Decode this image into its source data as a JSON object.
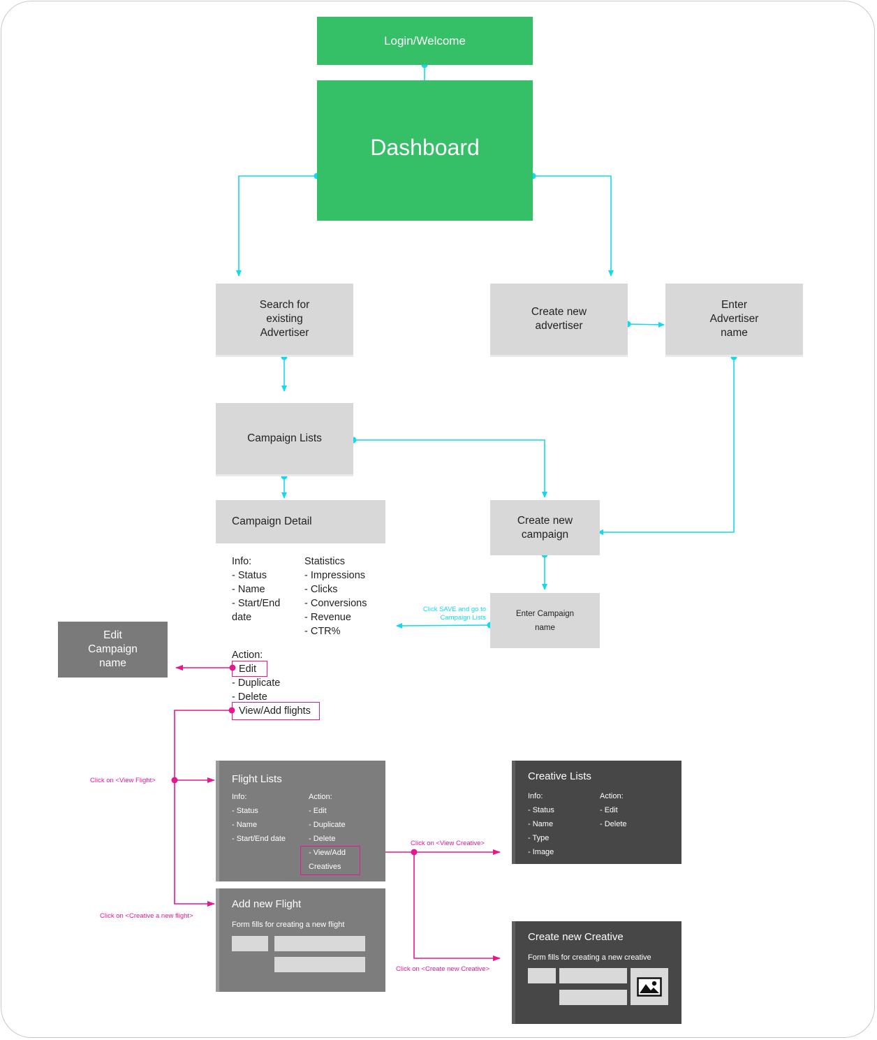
{
  "nodes": {
    "login": "Login/Welcome",
    "dashboard": "Dashboard",
    "search_advertiser": [
      "Search for",
      "existing",
      "Advertiser"
    ],
    "create_advertiser": [
      "Create new",
      "advertiser"
    ],
    "enter_advertiser": [
      "Enter",
      "Advertiser",
      "name"
    ],
    "campaign_lists": "Campaign Lists",
    "campaign_detail": "Campaign Detail",
    "create_campaign": [
      "Create new",
      "campaign"
    ],
    "enter_campaign": [
      "Enter Campaign",
      "name"
    ],
    "edit_campaign": [
      "Edit",
      "Campaign",
      "name"
    ]
  },
  "campaign_detail_body": {
    "info_header": "Info:",
    "info_items": [
      "- Status",
      "- Name",
      "- Start/End",
      "date"
    ],
    "stats_header": "Statistics",
    "stats_items": [
      "- Impressions",
      "- Clicks",
      "- Conversions",
      "- Revenue",
      "- CTR%"
    ],
    "action_header": "Action:",
    "action_edit": "Edit",
    "action_duplicate": "- Duplicate",
    "action_delete": "- Delete",
    "action_view_flights": "View/Add flights"
  },
  "flight_lists": {
    "title": "Flight Lists",
    "info_header": "Info:",
    "info_items": [
      "- Status",
      "- Name",
      "- Start/End date"
    ],
    "action_header": "Action:",
    "action_items": [
      "- Edit",
      "- Duplicate",
      "- Delete"
    ],
    "action_view_creatives": [
      "- View/Add",
      "Creatives"
    ]
  },
  "add_flight": {
    "title": "Add new Flight",
    "subtitle": "Form fills for creating a new flight"
  },
  "creative_lists": {
    "title": "Creative Lists",
    "info_header": "Info:",
    "info_items": [
      "- Status",
      "- Name",
      "- Type",
      "- Image"
    ],
    "action_header": "Action:",
    "action_items": [
      "- Edit",
      "- Delete"
    ]
  },
  "create_creative": {
    "title": "Create new Creative",
    "subtitle": "Form fills for creating a new creative",
    "image_icon": "image-placeholder-icon"
  },
  "annotations": {
    "save_note": [
      "Click SAVE and go to",
      "Campaign Lists"
    ],
    "view_flight": "Click on <View Flight>",
    "create_flight": "Click on <Creative a new flight>",
    "view_creative": "Click on <View Creative>",
    "create_creative": "Click on <Create new Creative>"
  },
  "colors": {
    "green": "#35bf67",
    "cyan_connector": "#11d9ee",
    "magenta_connector": "#e6178f",
    "light_box": "#d8d8d8",
    "mid_box": "#7d7d7d",
    "dark_box": "#474747"
  }
}
